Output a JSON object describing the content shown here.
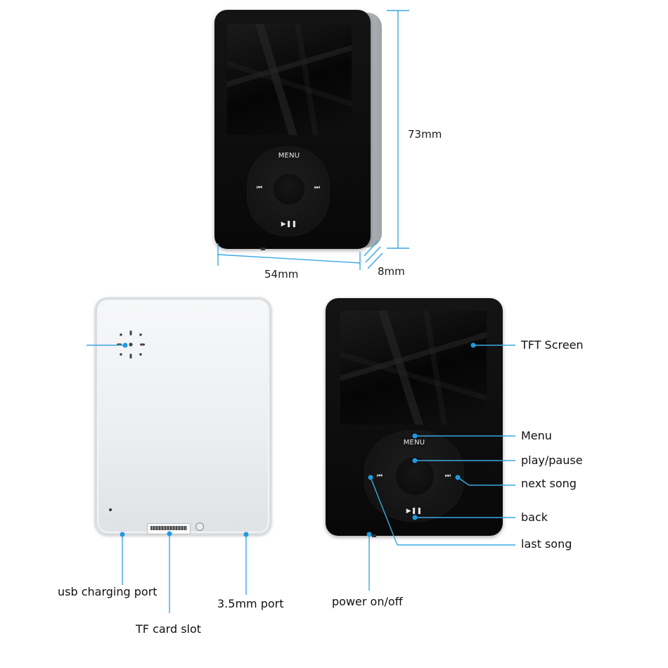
{
  "dimensions": {
    "height": "73mm",
    "width": "54mm",
    "depth": "8mm"
  },
  "device_controls": {
    "menu": "MENU",
    "prev": "⏮",
    "next": "⏭",
    "play_pause": "▶❚❚"
  },
  "callouts": {
    "tft_screen": "TFT Screen",
    "menu": "Menu",
    "play_pause": "play/pause",
    "next_song": "next song",
    "back": "back",
    "last_song": "last song",
    "power": "power on/off",
    "usb_port": "usb charging port",
    "tf_slot": "TF card slot",
    "audio_port": "3.5mm port"
  },
  "colors": {
    "dimension_line": "#3aa7e0",
    "callout_line": "#3aa7e0",
    "callout_dot": "#1e9be0",
    "device_body": "#0c0c0c",
    "back_shell": "#eef0f2"
  }
}
